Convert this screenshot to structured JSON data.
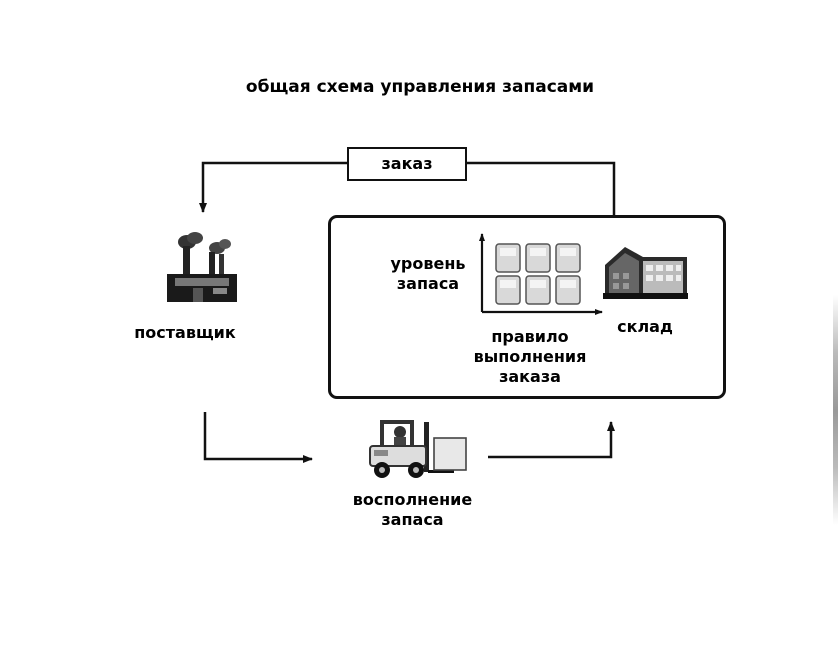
{
  "title": "общая схема управления запасами",
  "order_label": "заказ",
  "supplier_label": "поставщик",
  "stock_level_label": [
    "уровень",
    "запаса"
  ],
  "order_rule_label": [
    "правило",
    "выполнения",
    "заказа"
  ],
  "warehouse_label": "склад",
  "replenishment_label": [
    "восполнение",
    "запаса"
  ],
  "icons": {
    "supplier": "factory-icon",
    "warehouse": "warehouse-building-icon",
    "stock": "stock-shelves-icon",
    "replenishment": "forklift-icon"
  },
  "colors": {
    "ink": "#111111",
    "background": "#ffffff"
  }
}
